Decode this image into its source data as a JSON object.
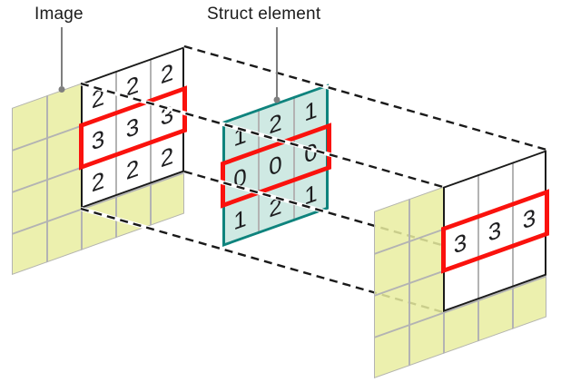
{
  "labels": {
    "image": "Image",
    "struct_element": "Struct element"
  },
  "image_grid": {
    "values": [
      [
        "2",
        "2",
        "2"
      ],
      [
        "3",
        "3",
        "3"
      ],
      [
        "2",
        "2",
        "2"
      ]
    ],
    "highlighted_row": 1
  },
  "struct_grid": {
    "values": [
      [
        "1",
        "2",
        "1"
      ],
      [
        "0",
        "0",
        "0"
      ],
      [
        "1",
        "2",
        "1"
      ]
    ],
    "highlighted_row": 1
  },
  "result_grid": {
    "values": [
      "3",
      "3",
      "3"
    ],
    "highlighted_row": 1
  },
  "colors": {
    "image_plane_fill": "#ecf0ae",
    "struct_fill": "#cfe9e3",
    "struct_border": "#0e837d",
    "highlight_red": "#fa120d",
    "grid_line_gray": "#b3b3b3",
    "outline_black": "#1a1a1a",
    "leader_gray": "#7f7f7f"
  }
}
